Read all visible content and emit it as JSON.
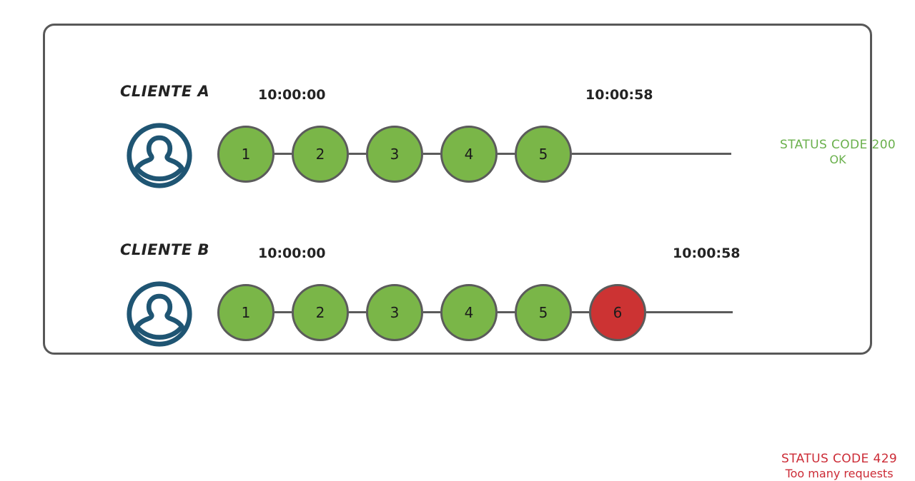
{
  "diagram": {
    "title_present": false,
    "colors": {
      "node_ok": "#7AB648",
      "node_error": "#CC3333",
      "node_stroke": "#5B5B5B",
      "panel_border": "#585858",
      "avatar": "#1F5573",
      "status_ok_text": "#6AB04C",
      "status_error_text": "#CC2B36",
      "background": "#FFFFFF"
    },
    "rows": [
      {
        "id": "cliente-a",
        "label": "CLIENTE A",
        "avatar_icon": "user-avatar-icon",
        "time_start": "10:00:00",
        "time_end": "10:00:58",
        "nodes": [
          {
            "number": "1",
            "state": "ok"
          },
          {
            "number": "2",
            "state": "ok"
          },
          {
            "number": "3",
            "state": "ok"
          },
          {
            "number": "4",
            "state": "ok"
          },
          {
            "number": "5",
            "state": "ok"
          }
        ],
        "status": {
          "line1": "STATUS CODE 200",
          "line2": "OK",
          "state": "ok"
        }
      },
      {
        "id": "cliente-b",
        "label": "CLIENTE B",
        "avatar_icon": "user-avatar-icon",
        "time_start": "10:00:00",
        "time_end": "10:00:58",
        "nodes": [
          {
            "number": "1",
            "state": "ok"
          },
          {
            "number": "2",
            "state": "ok"
          },
          {
            "number": "3",
            "state": "ok"
          },
          {
            "number": "4",
            "state": "ok"
          },
          {
            "number": "5",
            "state": "ok"
          },
          {
            "number": "6",
            "state": "error"
          }
        ],
        "status": {
          "line1": "STATUS CODE 429",
          "line2": "Too many requests",
          "state": "error"
        }
      }
    ]
  }
}
